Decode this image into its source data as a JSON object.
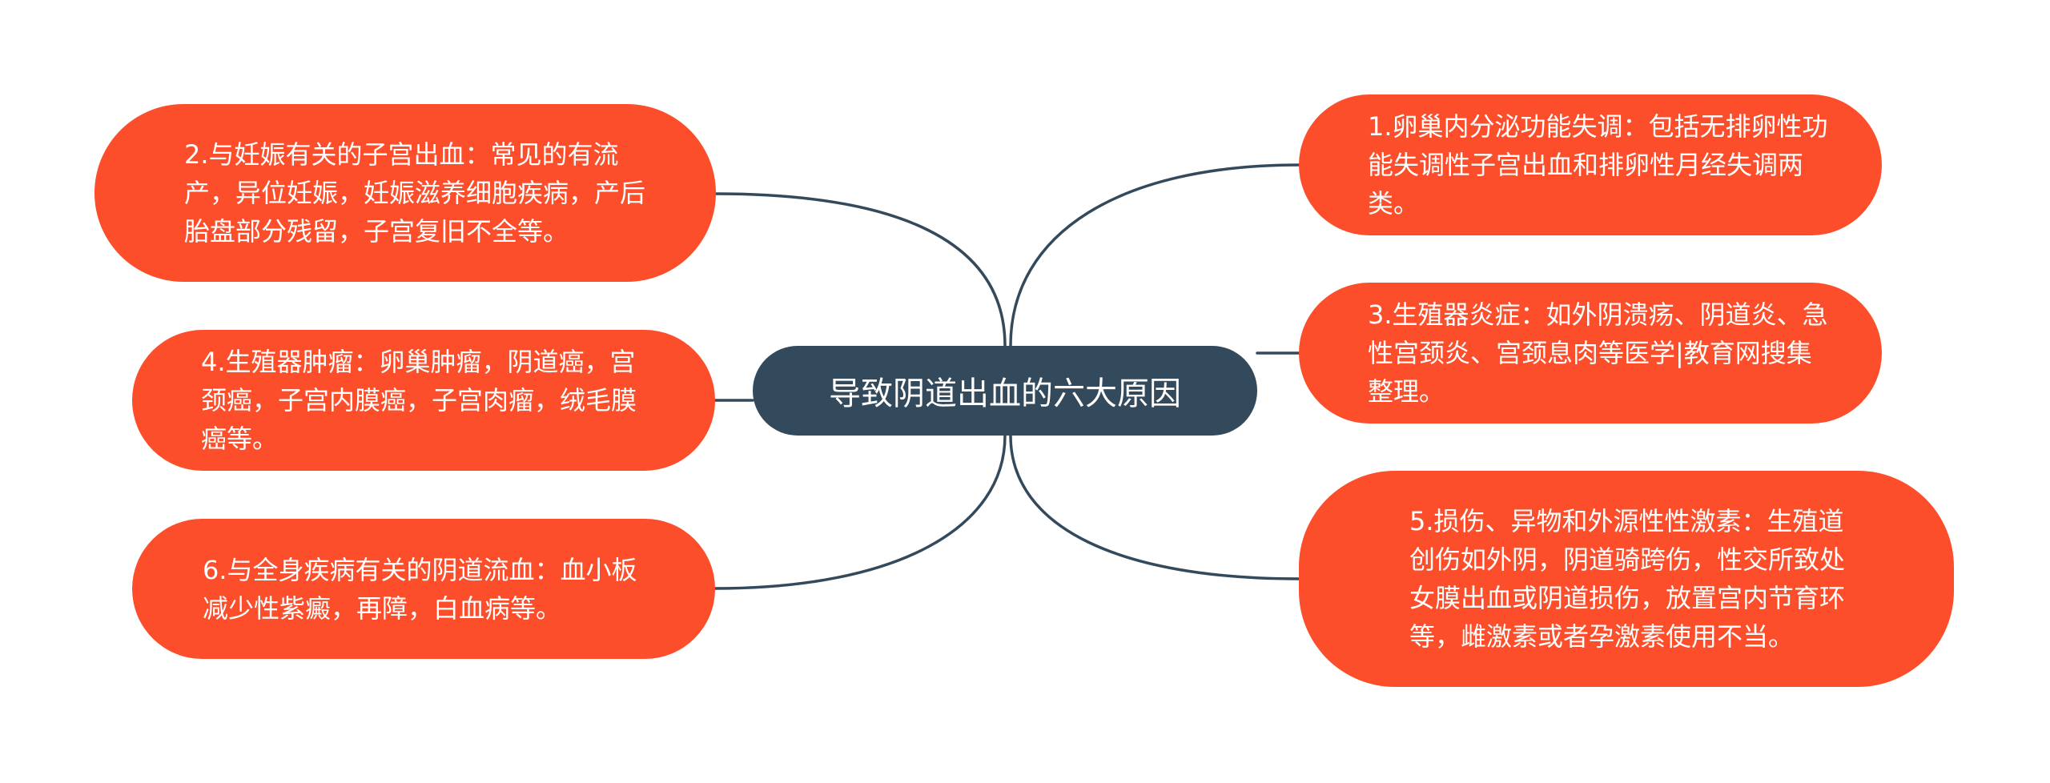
{
  "center": {
    "label": "导致阴道出血的六大原因"
  },
  "left": [
    {
      "id": "n2",
      "text": "2.与妊娠有关的子宫出血：常见的有流产，异位妊娠，妊娠滋养细胞疾病，产后胎盘部分残留，子宫复旧不全等。"
    },
    {
      "id": "n4",
      "text": "4.生殖器肿瘤：卵巢肿瘤，阴道癌，宫颈癌，子宫内膜癌，子宫肉瘤，绒毛膜癌等。"
    },
    {
      "id": "n6",
      "text": "6.与全身疾病有关的阴道流血：血小板减少性紫癜，再障，白血病等。"
    }
  ],
  "right": [
    {
      "id": "n1",
      "text": "1.卵巢内分泌功能失调：包括无排卵性功能失调性子宫出血和排卵性月经失调两类。"
    },
    {
      "id": "n3",
      "text": "3.生殖器炎症：如外阴溃疡、阴道炎、急性宫颈炎、宫颈息肉等医学|教育网搜集整理。"
    },
    {
      "id": "n5",
      "text": "5.损伤、异物和外源性性激素：生殖道创伤如外阴，阴道骑跨伤，性交所致处女膜出血或阴道损伤，放置宫内节育环等，雌激素或者孕激素使用不当。"
    }
  ],
  "colors": {
    "node_fill": "#fc4e2a",
    "center_fill": "#33495c",
    "connector": "#33495c",
    "text": "#ffffff"
  }
}
